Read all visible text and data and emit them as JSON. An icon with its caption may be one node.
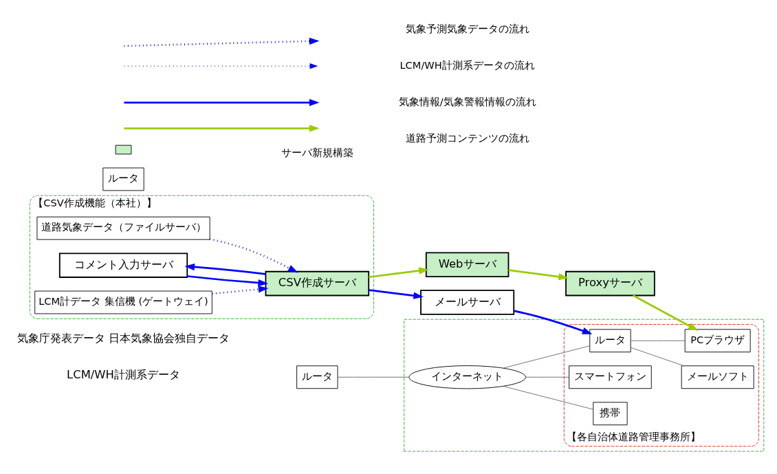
{
  "diagram": {
    "nodes": [
      {
        "text": [
          "【CSV作成機能（本社）】"
        ]
      },
      {
        "text": [
          "道路気象データ（ファイルサーバ）"
        ],
        "in": 0
      },
      {
        "text": [
          "コメント入力サーバ"
        ],
        "in": 0
      },
      {
        "text": [
          "CSV作成サーバ"
        ],
        "in": 0
      },
      {
        "text": [
          "LCM計データ 集信機 (ゲートウェイ)"
        ],
        "in": 0
      },
      {
        "text": [
          "Webサーバ"
        ]
      },
      {
        "text": [
          "ルータ"
        ]
      },
      {
        "text": [
          "ルータ"
        ]
      },
      {
        "text": [
          "Proxyサーバ"
        ]
      },
      {
        "text": [
          "メールサーバ"
        ]
      },
      {
        "text": [],
        "shape": "box"
      },
      {
        "text": [
          "【各自治体道路管理事務所】"
        ],
        "in": 10
      },
      {
        "text": [
          "インターネット"
        ],
        "in": 10
      },
      {
        "text": [
          "ルータ"
        ],
        "in": 11
      },
      {
        "text": [
          "メールソフト"
        ],
        "in": 11
      },
      {
        "text": [
          "PCブラウザ"
        ],
        "in": 11
      },
      {
        "text": [
          "スマートフォン"
        ],
        "in": 11
      },
      {
        "text": [
          "携帯"
        ],
        "in": 11
      }
    ],
    "edges": [
      {
        "from": 1,
        "to": 3,
        "arrow": "to",
        "style": "dashed",
        "color": "#0000ff"
      },
      {
        "from": 4,
        "to": 3,
        "arrow": "to",
        "style": "dashed",
        "color": "#0000ff"
      },
      {
        "from": 3,
        "to": 2,
        "arrow": "to",
        "color": "#0000ff"
      },
      {
        "from": 2,
        "to": 3,
        "arrow": "to",
        "color": "#0000ff"
      },
      {
        "from": 3,
        "to": 9,
        "arrow": "to",
        "color": "#0000ff"
      },
      {
        "from": 3,
        "to": 5,
        "arrow": "to",
        "color": "#99cc00"
      },
      {
        "from": 5,
        "to": 8,
        "arrow": "to",
        "color": "#99cc00"
      },
      {
        "from": 8,
        "to": 15,
        "arrow": "to",
        "color": "#99cc00"
      },
      {
        "from": 9,
        "to": 13,
        "arrow": "to",
        "color": "#0000ff"
      },
      {
        "from": 7,
        "to": 12,
        "arrow": "none",
        "color": "#666666"
      },
      {
        "from": 12,
        "to": 13,
        "arrow": "none",
        "color": "#666666"
      },
      {
        "from": 12,
        "to": 16,
        "arrow": "none",
        "color": "#666666"
      },
      {
        "from": 12,
        "to": 17,
        "arrow": "none",
        "color": "#666666"
      },
      {
        "from": 13,
        "to": 14,
        "arrow": "none",
        "color": "#666666"
      },
      {
        "from": 13,
        "to": 15,
        "arrow": "none",
        "color": "#666666"
      }
    ],
    "labels": [
      "気象庁発表データ 日本気象協会独自データ",
      "LCM/WH計測系データ"
    ],
    "legend": [
      {
        "text": "気象予測気象データの流れ"
      },
      {
        "text": "LCM/WH計測系データの流れ"
      },
      {
        "text": "気象情報/気象警報情報の流れ"
      },
      {
        "text": "道路予測コンテンツの流れ"
      },
      {
        "text": "サーバ新規構築",
        "color": "#c6efc6"
      }
    ]
  }
}
